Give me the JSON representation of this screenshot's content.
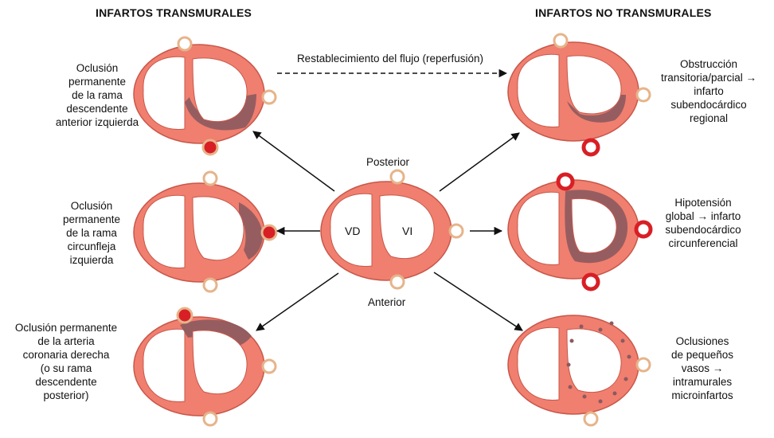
{
  "headers": {
    "left": "INFARTOS TRANSMURALES",
    "right": "INFARTOS NO TRANSMURALES"
  },
  "reperfusion_label": "Restablecimiento del flujo (reperfusión)",
  "center": {
    "posterior": "Posterior",
    "anterior": "Anterior",
    "rv": "VD",
    "lv": "VI"
  },
  "left_labels": [
    [
      "Oclusión",
      "permanente",
      "de la rama",
      "descendente",
      "anterior izquierda"
    ],
    [
      "Oclusión",
      "permanente",
      "de la rama",
      "circunfleja",
      "izquierda"
    ],
    [
      "Oclusión permanente",
      "de la arteria",
      "coronaria derecha",
      "(o su rama",
      "descendente",
      "posterior)"
    ]
  ],
  "right_labels": [
    [
      "Obstrucción",
      "transitoria/parcial →",
      "infarto",
      "subendocárdico",
      "regional"
    ],
    [
      "Hipotensión",
      "global → infarto",
      "subendocárdico",
      "circunferencial"
    ],
    [
      "Oclusiones",
      "de pequeños",
      "vasos →",
      "intramurales",
      "microinfartos"
    ]
  ],
  "colors": {
    "myocardium": "#f07f6f",
    "myocardium_edge": "#c8574a",
    "infarct": "#8c5a5e",
    "vessel_ring": "#e6b48a",
    "occluded_vessel": "#d81f26",
    "text": "#111111"
  }
}
